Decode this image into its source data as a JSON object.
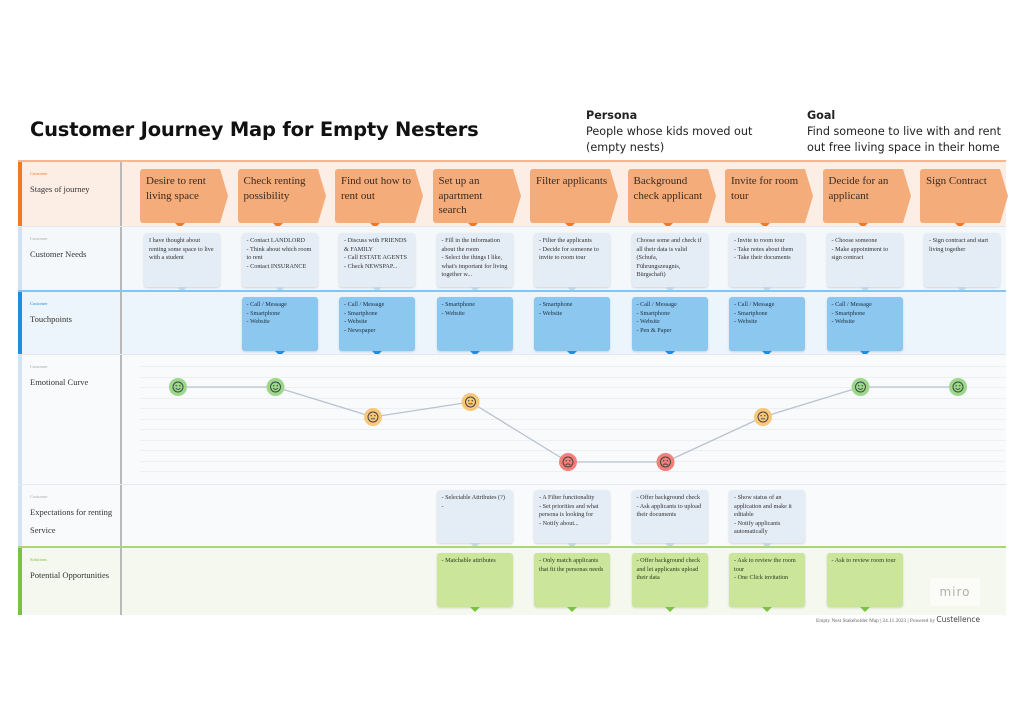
{
  "title": "Customer Journey Map for Empty Nesters",
  "persona": {
    "heading": "Persona",
    "line1": "People whose kids moved out",
    "line2": "(empty nests)"
  },
  "goal": {
    "heading": "Goal",
    "line1": "Find someone to live with and rent",
    "line2": "out free living space in their home"
  },
  "colors": {
    "stages": "#f4ac7a",
    "stages_accent": "#f07a24",
    "touchpoints": "#8cc7ef",
    "touch_accent": "#1e8fe0",
    "opportunities": "#cbe59a",
    "opp_accent": "#7cc242",
    "happy": "#9bd88a",
    "neutral": "#f8c779",
    "sad": "#f27f7a"
  },
  "lanes": {
    "stages": {
      "category": "Customer",
      "name": "Stages of journey"
    },
    "needs": {
      "category": "Customer",
      "name": "Customer Needs"
    },
    "touchpoints": {
      "category": "Customer",
      "name": "Touchpoints"
    },
    "emotion": {
      "category": "Customer",
      "name": "Emotional Curve"
    },
    "expectations": {
      "category": "Customer",
      "name": "Expectations for renting Service"
    },
    "opportunities": {
      "category": "Solutions",
      "name": "Potential Opportunities"
    }
  },
  "stages": [
    "Desire to rent living space",
    "Check renting possibility",
    "Find out how to rent out",
    "Set up an apartment search",
    "Filter applicants",
    "Background check applicant",
    "Invite for room tour",
    "Decide for an applicant",
    "Sign Contract"
  ],
  "needs": [
    "I have thought about renting some space to live with a student",
    "- Contact LANDLORD\n- Think about which room to rent\n- Contact INSURANCE",
    "- Discuss with FRIENDS & FAMILY\n- Call ESTATE AGENTS\n- Check NEWSPAP...",
    "- Fill in the information about the room\n- Select the things I like, what's important for living together w...",
    "- Filter the applicants\n- Decide for someone to invite to room tour",
    "Choose some and check if all their data is valid (Schufa, Führungszeugnis, Bürgschaft)",
    "- Invite to room tour\n- Take notes about them\n- Take their documents",
    "- Choose someone\n- Make appointment to sign contract",
    "- Sign contract and start living together"
  ],
  "touchpoints": [
    null,
    "- Call / Message\n- Smartphone\n- Website",
    "- Call / Message\n- Smartphone\n- Website\n- Newspaper",
    "- Smartphone\n- Website",
    "- Smartphone\n- Website",
    "- Call / Message\n- Smartphone\n- Website\n- Pen & Paper",
    "- Call / Message\n- Smartphone\n- Website",
    "- Call / Message\n- Smartphone\n- Website",
    null
  ],
  "emotions": [
    {
      "mood": "happy",
      "level": 5
    },
    {
      "mood": "happy",
      "level": 5
    },
    {
      "mood": "neutral",
      "level": 3
    },
    {
      "mood": "neutral",
      "level": 4
    },
    {
      "mood": "sad",
      "level": 0
    },
    {
      "mood": "sad",
      "level": 0
    },
    {
      "mood": "neutral",
      "level": 3
    },
    {
      "mood": "happy",
      "level": 5
    },
    {
      "mood": "happy",
      "level": 5
    }
  ],
  "expectations": [
    null,
    null,
    null,
    "- Selectable Attributes (?)\n-",
    "- A Filter functionality\n- Set priorities and what persona is looking for\n- Notify about...",
    "- Offer background check\n- Ask applicants to upload their documents",
    "- Show status of an application and make it editable\n- Notify applicants automatically",
    null,
    null
  ],
  "opportunities": [
    null,
    null,
    null,
    "- Matchable attributes",
    "- Only match applicants that fit the personas needs",
    "- Offer background check and let applicants upload their data",
    "- Ask to review the room tour\n- One Click invitation",
    "- Ask to review room tour",
    null
  ],
  "watermark": "miro",
  "footer": {
    "text": "Empty Nest Stakeholder Map | 24.11.2023 | Powered by",
    "brand": "Custellence"
  }
}
